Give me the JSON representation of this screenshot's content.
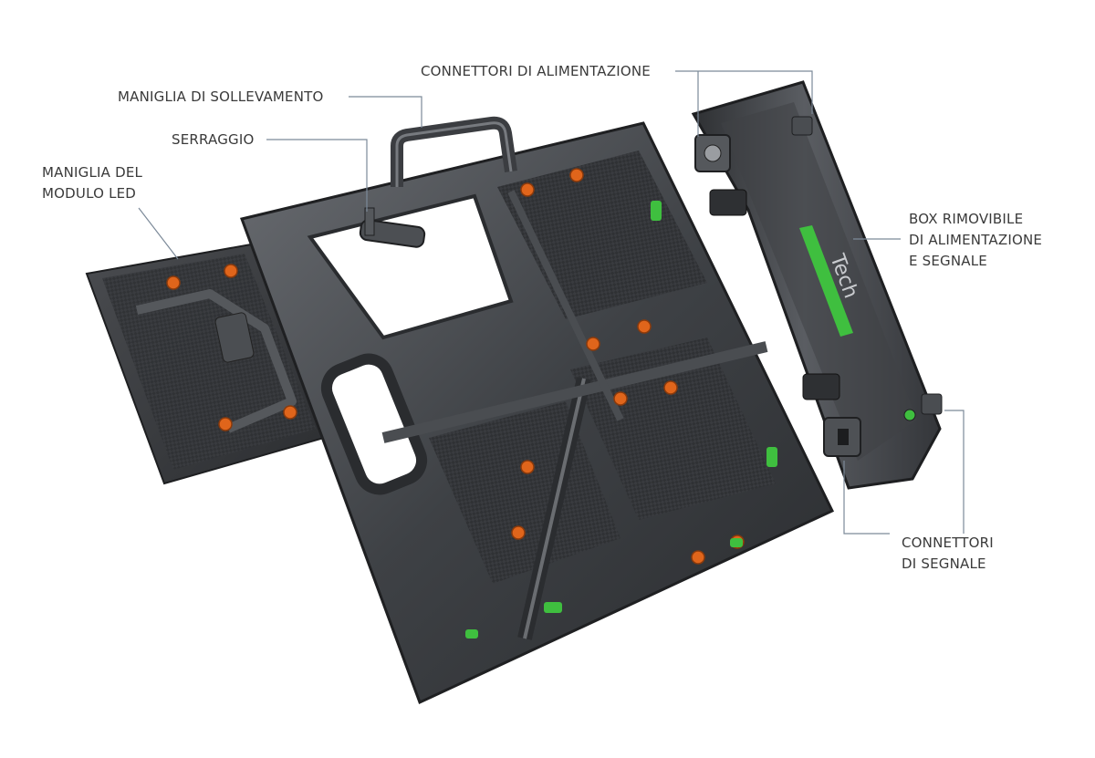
{
  "labels": {
    "connettori_alimentazione": "CONNETTORI DI ALIMENTAZIONE",
    "maniglia_sollevamento": "MANIGLIA DI SOLLEVAMENTO",
    "serraggio": "SERRAGGIO",
    "maniglia_modulo": [
      "MANIGLIA DEL",
      "MODULO LED"
    ],
    "box_rimovibile": [
      "BOX RIMOVIBILE",
      "DI ALIMENTAZIONE",
      "E SEGNALE"
    ],
    "connettori_segnale": [
      "CONNETTORI",
      "DI SEGNALE"
    ]
  },
  "product": {
    "brand_text": "Tech"
  },
  "colors": {
    "frame_dark": "#3b3d40",
    "frame_mid": "#55585c",
    "frame_light": "#8a8d91",
    "latch_orange": "#e0651b",
    "accent_green": "#3fbf3f",
    "leader_line": "#7c8a99",
    "label_text": "#3a3a3a"
  }
}
